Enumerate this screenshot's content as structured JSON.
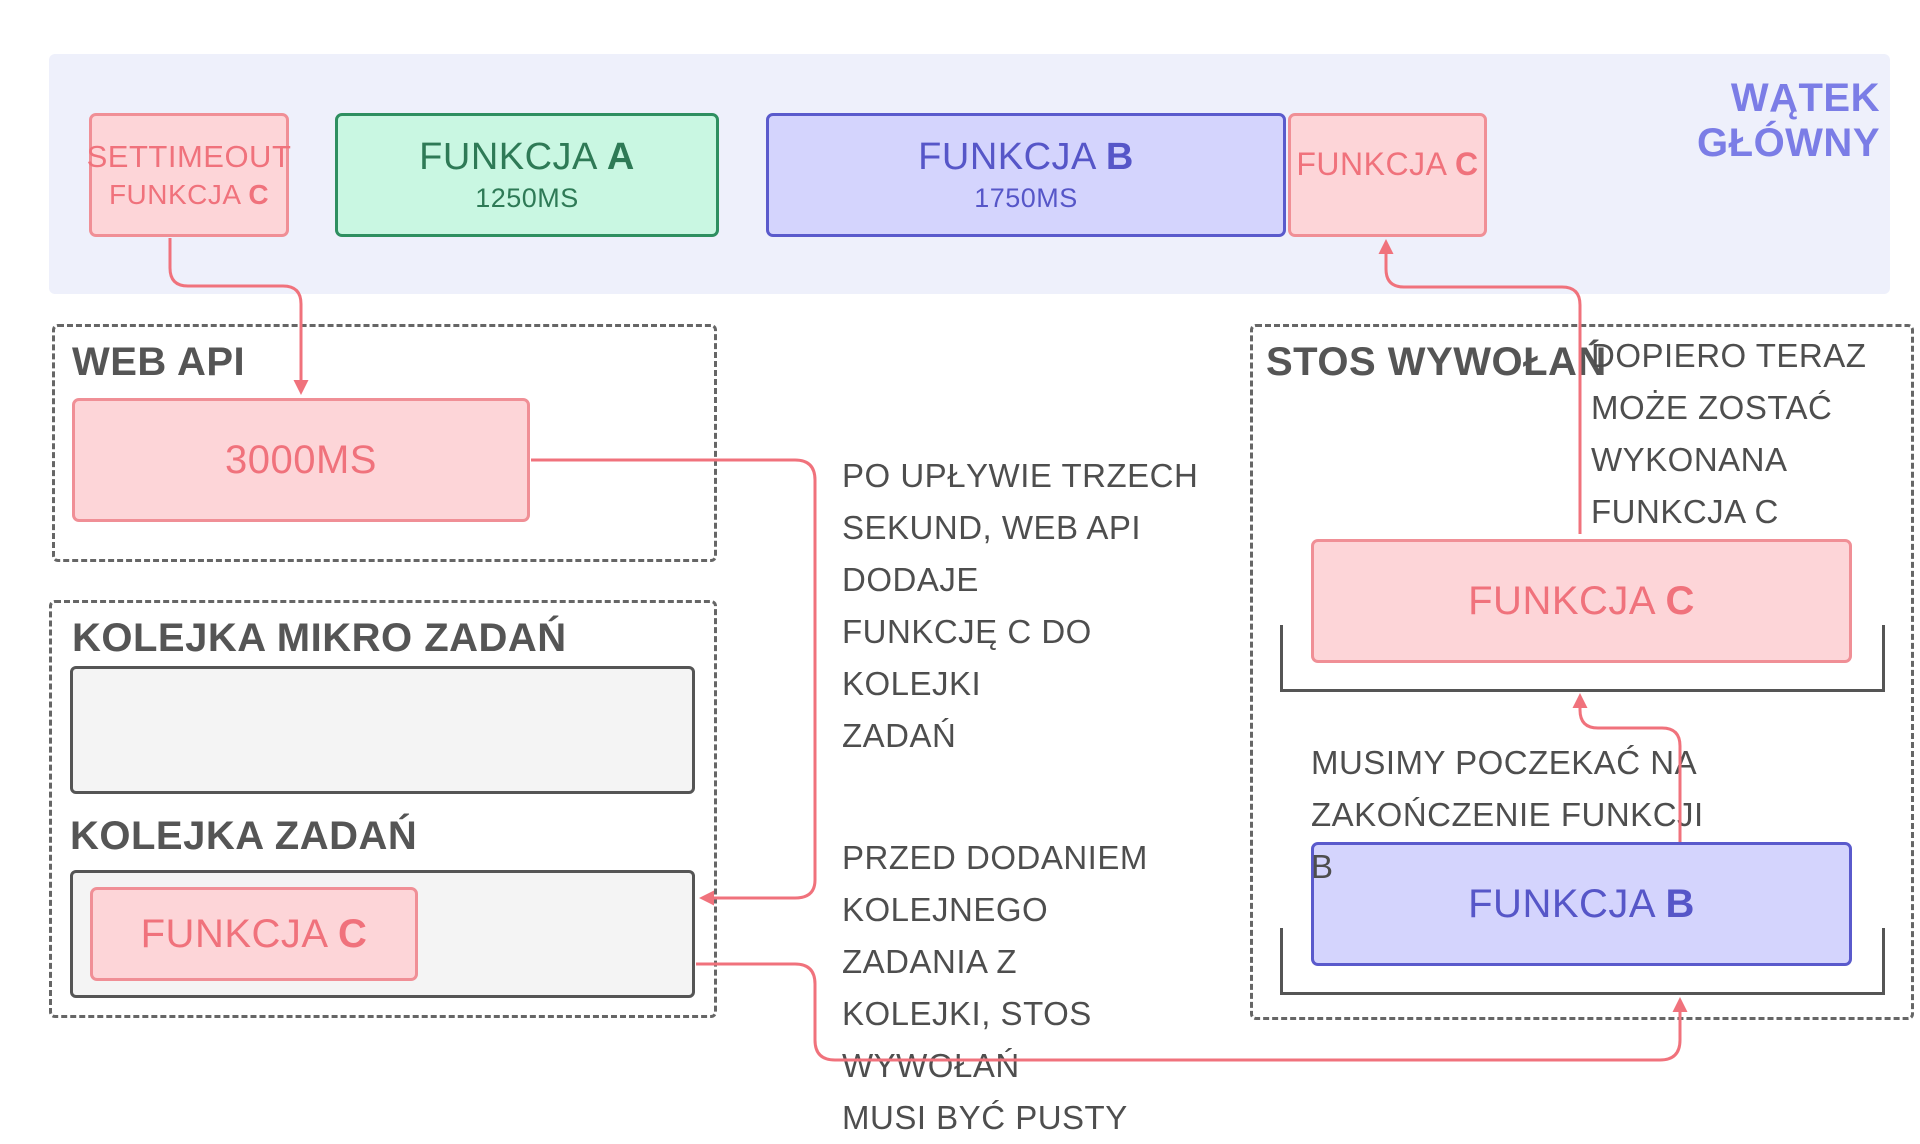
{
  "main_thread": {
    "label": "WĄTEK GŁÓWNY",
    "settimeout": {
      "line1": "SETTIMEOUT",
      "line2_prefix": "FUNKCJA ",
      "line2_strong": "C"
    },
    "func_a": {
      "prefix": "FUNKCJA ",
      "strong": "A",
      "duration": "1250MS"
    },
    "func_b": {
      "prefix": "FUNKCJA ",
      "strong": "B",
      "duration": "1750MS"
    },
    "func_c": {
      "prefix": "FUNKCJA ",
      "strong": "C"
    }
  },
  "web_api": {
    "title": "WEB API",
    "timer": "3000MS"
  },
  "microtask_queue": {
    "title": "KOLEJKA MIKRO ZADAŃ"
  },
  "task_queue": {
    "title": "KOLEJKA ZADAŃ",
    "item": {
      "prefix": "FUNKCJA ",
      "strong": "C"
    }
  },
  "call_stack": {
    "title": "STOS WYWOŁAŃ",
    "top": {
      "prefix": "FUNKCJA ",
      "strong": "C"
    },
    "bottom": {
      "prefix": "FUNKCJA ",
      "strong": "B"
    }
  },
  "notes": {
    "web_api_note": [
      "PO UPŁYWIE TRZECH",
      "SEKUND, WEB API DODAJE",
      "FUNKCJĘ C DO KOLEJKI",
      "ZADAŃ"
    ],
    "queue_note": [
      "PRZED DODANIEM",
      "KOLEJNEGO ZADANIA Z",
      "KOLEJKI, STOS WYWOŁAŃ",
      "MUSI BYĆ PUSTY"
    ],
    "now_note": [
      "DOPIERO TERAZ",
      "MOŻE ZOSTAĆ",
      "WYKONANA",
      "FUNKCJA C"
    ],
    "wait_note": [
      "MUSIMY POCZEKAĆ NA",
      "ZAKOŃCZENIE FUNKCJI B"
    ]
  },
  "colors": {
    "red": "#f0727c",
    "green": "#2e7a56",
    "blue": "#5656c8",
    "thread_bg": "#eef0fb"
  }
}
